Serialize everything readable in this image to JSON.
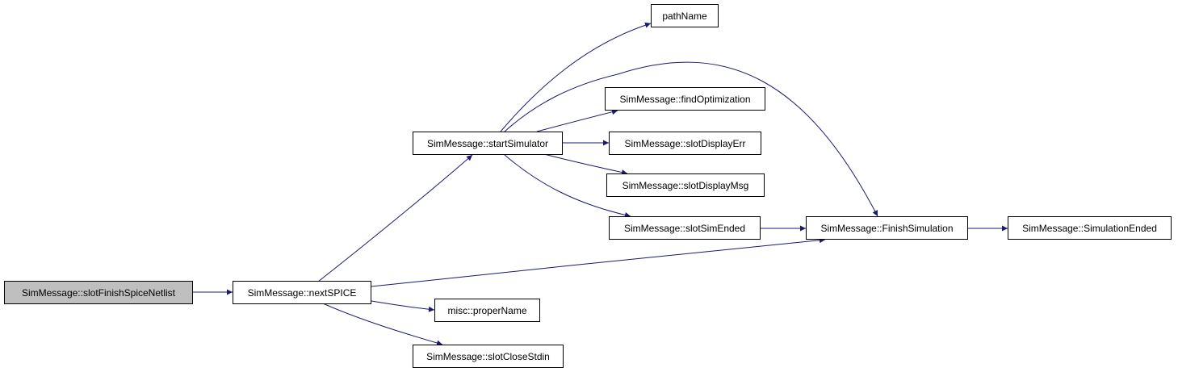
{
  "colors": {
    "edge": "#191970",
    "node_border": "#000000",
    "root_fill": "#bfbfbf",
    "node_fill": "#ffffff"
  },
  "nodes": {
    "slotFinishSpiceNetlist": "SimMessage::slotFinishSpiceNetlist",
    "nextSPICE": "SimMessage::nextSPICE",
    "startSimulator": "SimMessage::startSimulator",
    "pathName": "pathName",
    "findOptimization": "SimMessage::findOptimization",
    "slotDisplayErr": "SimMessage::slotDisplayErr",
    "slotDisplayMsg": "SimMessage::slotDisplayMsg",
    "slotSimEnded": "SimMessage::slotSimEnded",
    "FinishSimulation": "SimMessage::FinishSimulation",
    "SimulationEnded": "SimMessage::SimulationEnded",
    "properName": "misc::properName",
    "slotCloseStdin": "SimMessage::slotCloseStdin"
  },
  "edges": [
    [
      "slotFinishSpiceNetlist",
      "nextSPICE"
    ],
    [
      "nextSPICE",
      "startSimulator"
    ],
    [
      "nextSPICE",
      "FinishSimulation"
    ],
    [
      "nextSPICE",
      "properName"
    ],
    [
      "nextSPICE",
      "slotCloseStdin"
    ],
    [
      "startSimulator",
      "pathName"
    ],
    [
      "startSimulator",
      "FinishSimulation"
    ],
    [
      "startSimulator",
      "findOptimization"
    ],
    [
      "startSimulator",
      "slotDisplayErr"
    ],
    [
      "startSimulator",
      "slotDisplayMsg"
    ],
    [
      "startSimulator",
      "slotSimEnded"
    ],
    [
      "slotSimEnded",
      "FinishSimulation"
    ],
    [
      "FinishSimulation",
      "SimulationEnded"
    ]
  ]
}
